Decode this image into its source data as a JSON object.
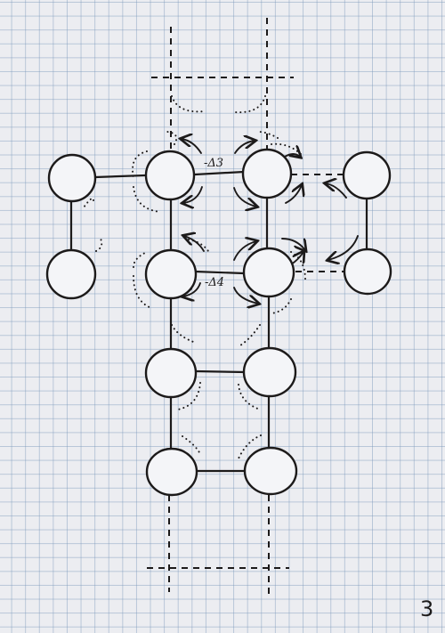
{
  "labels": {
    "delta3": "-Δ3",
    "delta4": "-Δ4"
  },
  "page_number": "3"
}
